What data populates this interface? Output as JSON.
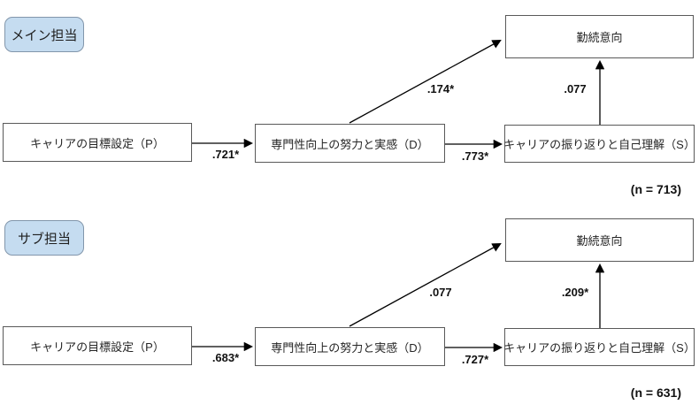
{
  "colors": {
    "background": "#ffffff",
    "group_label_fill": "#c5dcf0",
    "group_label_border": "#8296ab",
    "box_fill": "#ffffff",
    "box_border": "#595959",
    "arrow": "#000000",
    "text": "#262626"
  },
  "panels": [
    {
      "group_label": "メイン担当",
      "boxes": {
        "goal": "キャリアの目標設定（P）",
        "effort": "専門性向上の努力と実感（D）",
        "reflection": "キャリアの振り返りと自己理解（S）",
        "retention": "勤続意向"
      },
      "coefficients": {
        "goal_to_effort": ".721*",
        "effort_to_reflection": ".773*",
        "effort_to_retention": ".174*",
        "reflection_to_retention": ".077"
      },
      "sample_size": "(n = 713)"
    },
    {
      "group_label": "サブ担当",
      "boxes": {
        "goal": "キャリアの目標設定（P）",
        "effort": "専門性向上の努力と実感（D）",
        "reflection": "キャリアの振り返りと自己理解（S）",
        "retention": "勤続意向"
      },
      "coefficients": {
        "goal_to_effort": ".683*",
        "effort_to_reflection": ".727*",
        "effort_to_retention": ".077",
        "reflection_to_retention": ".209*"
      },
      "sample_size": "(n = 631)"
    }
  ]
}
